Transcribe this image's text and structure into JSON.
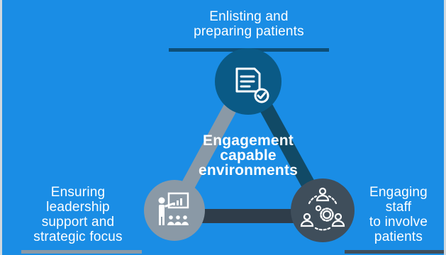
{
  "top_node": {
    "lines": [
      "Enlisting and",
      "preparing patients"
    ],
    "icon": "document-check-icon",
    "color": "#0a5a86"
  },
  "left_node": {
    "lines": [
      "Ensuring",
      "leadership",
      "support and",
      "strategic focus"
    ],
    "icon": "presenter-audience-icon",
    "color": "#8a99a6"
  },
  "right_node": {
    "lines": [
      "Engaging",
      "staff",
      "to involve",
      "patients"
    ],
    "icon": "people-network-gear-icon",
    "color": "#3f4e5b"
  },
  "center": {
    "lines": [
      "Engagement",
      "capable",
      "environments"
    ]
  },
  "colors": {
    "background": "#1a8de5",
    "edge_left": "#8a99a6",
    "edge_right": "#114a66",
    "edge_bottom": "#2f3d4a",
    "underline_top": "#0d4f78",
    "underline_left": "#8a99a6",
    "underline_right": "#3f4e5b"
  }
}
